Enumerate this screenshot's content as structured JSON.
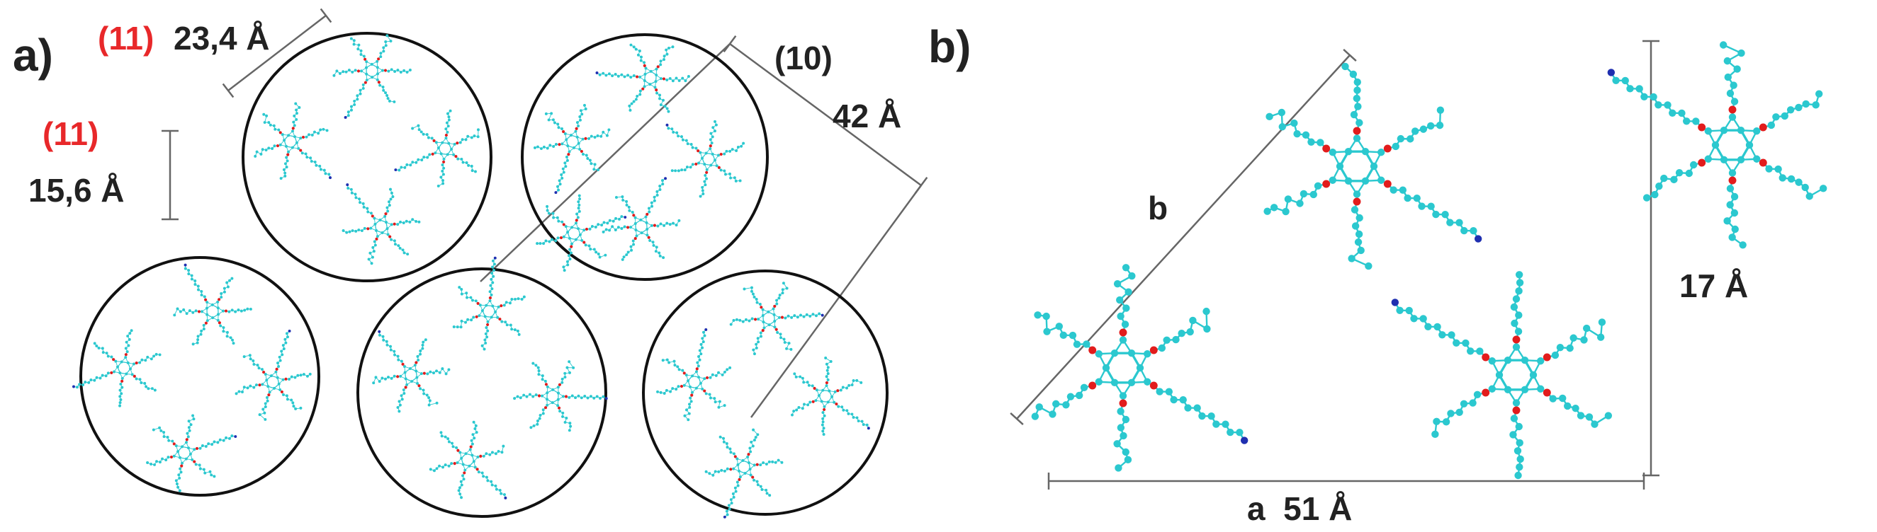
{
  "panel_a": {
    "label": "a)",
    "miller_11_top": "(11)",
    "dist_11_top": "23,4 Å",
    "miller_11_left": "(11)",
    "dist_11_left": "15,6 Å",
    "miller_10": "(10)",
    "dist_10": "42 Å"
  },
  "panel_b": {
    "label": "b)",
    "axis_b": "b",
    "axis_a": "a  51 Å",
    "dist_vertical": "17 Å"
  },
  "colors": {
    "carbon": "#2bc8cf",
    "oxygen": "#e21c1c",
    "nitrogen": "#1f2fb0",
    "outline": "#111111",
    "dimension_line": "#666666",
    "miller_highlight": "#e8282a",
    "text": "#222222"
  },
  "icons": {
    "molecule": "discotic-triphenylene-molecule",
    "column": "columnar-cross-section-circle"
  }
}
